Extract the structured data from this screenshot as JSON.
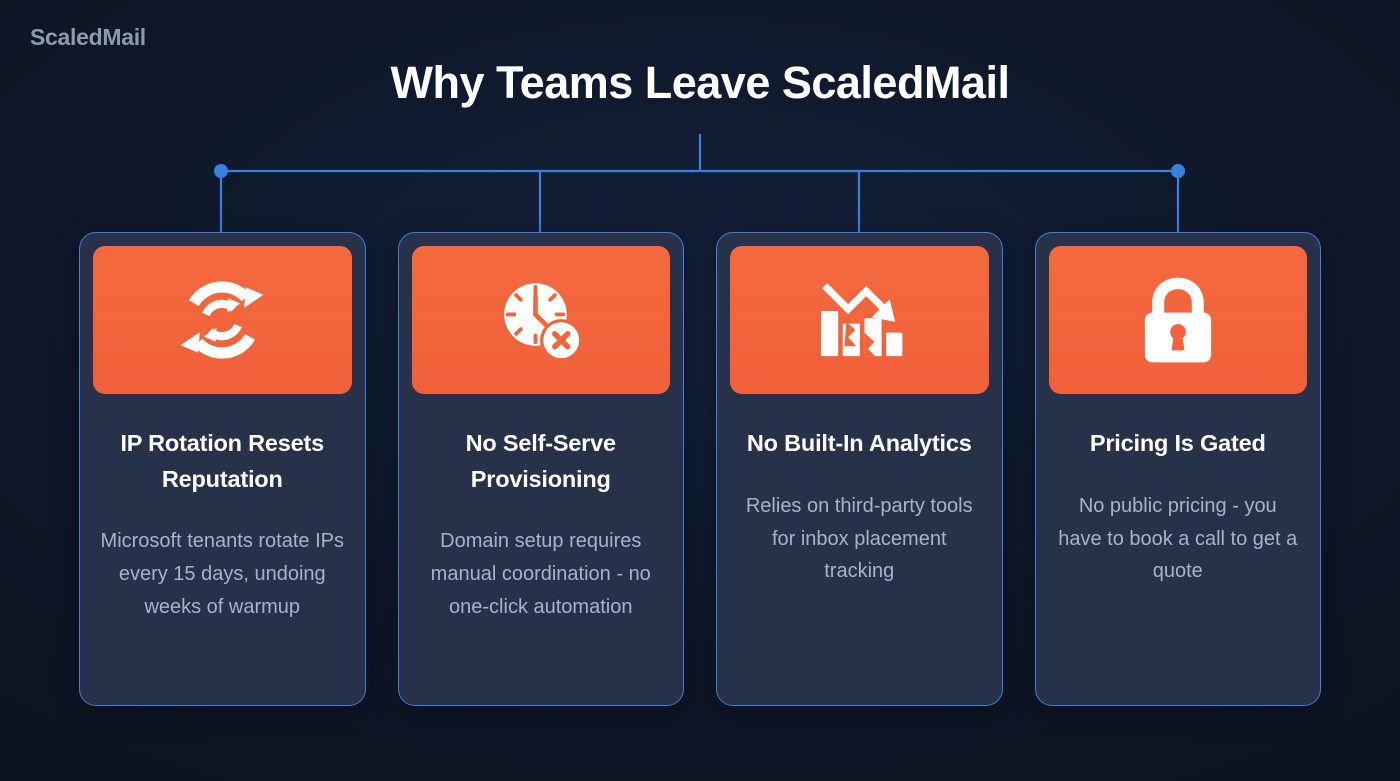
{
  "brand": {
    "logo_text": "ScaledMail"
  },
  "header": {
    "title": "Why Teams Leave ScaledMail"
  },
  "colors": {
    "background": "#0f1a2e",
    "card_background": "#273149",
    "card_border": "#3b7fe0",
    "accent_orange": "#f4693f",
    "connector_blue": "#3b7fe0",
    "title_text": "#ffffff",
    "body_text": "#aab3c2",
    "logo_text": "#8d99ae"
  },
  "cards": [
    {
      "icon": "rotate-arrows-icon",
      "title": "IP Rotation Resets Reputation",
      "description": "Microsoft tenants rotate IPs every 15 days, undoing weeks of warmup"
    },
    {
      "icon": "clock-x-icon",
      "title": "No Self-Serve Provisioning",
      "description": "Domain setup requires manual coordination - no one-click automation"
    },
    {
      "icon": "declining-bar-chart-icon",
      "title": "No Built-In Analytics",
      "description": "Relies on third-party tools for inbox placement tracking"
    },
    {
      "icon": "lock-icon",
      "title": "Pricing Is Gated",
      "description": "No public pricing - you have to book a call to get a quote"
    }
  ],
  "connector": {
    "stem_label": "title-to-bus-stem",
    "bus_label": "horizontal-connector-bus",
    "endpoint_dots": 2
  }
}
